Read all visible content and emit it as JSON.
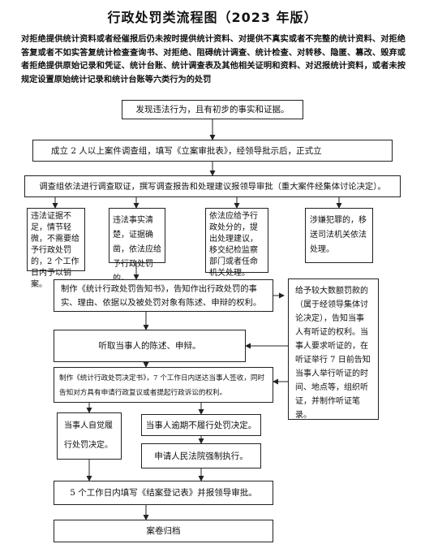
{
  "title": "行政处罚类流程图（2023 年版）",
  "intro": "对拒绝提供统计资料或者经催报后仍未按时提供统计资料、对提供不真实或者不完整的统计资料、对拒绝答复或者不如实答复统计检查查询书、对拒绝、阻碍统计调查、统计检查、对转移、隐匿、篡改、毁弃或者拒绝提供原始记录和凭证、统计台账、统计调查表及其他相关证明和资料、对迟报统计资料，或者未按规定设置原始统计记录和统计台账等六类行为的处罚",
  "steps": {
    "s1": "发现违法行为，且有初步的事实和证据。",
    "s2": "成立 2 人以上案件调查组，填写《立案审批表》，经领导批示后，正式立",
    "s3": "调查组依法进行调查取证，撰写调查报告和处理建议报领导审批（重大案件经集体讨论决定）。",
    "b1": "违法证据不足，情节轻微，不需要给予行政处罚的，2 个工作日内予以销案。",
    "b2": "违法事实清楚，证据确凿，依法应给予行政处罚的。",
    "b3": "依法应给予行政处分的，提出处理建议，移交纪检监察部门或者任命机关处理。",
    "b4": "涉嫌犯罪的，移送司法机关依法处理。",
    "s4": "制作《统计行政处罚告知书》，告知作出行政处罚的事实、理由、依据以及被处罚对象有陈述、申辩的权利。",
    "side": "给予较大数额罚款的（属于经领导集体讨论决定），告知当事人有听证的权利。当事人要求听证的，在听证举行 7 日前告知当事人举行听证的时间、地点等，组织听证，并制作听证笔录。",
    "s5": "听取当事人的陈述、申辩。",
    "s6": "制作《统计行政处罚决定书》，7 个工作日内送达当事人签收，同时告知对方具有申请行政复议或者提起行政诉讼的权利。",
    "c1": "当事人自觉履行处罚决定。",
    "c2": "当事人逾期不履行处罚决定。",
    "c3": "申请人民法院强制执行。",
    "s7": "5 个工作日内填写《结案登记表》并报领导审批。",
    "s8": "案卷归档"
  }
}
